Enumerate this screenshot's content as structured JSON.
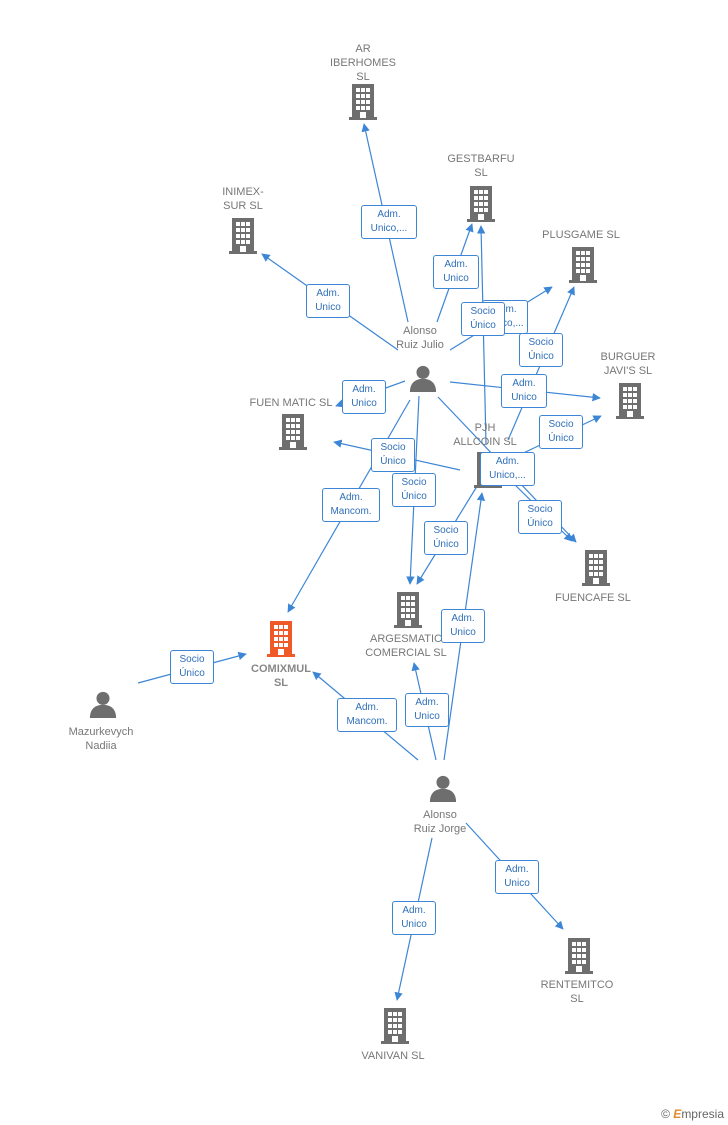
{
  "colors": {
    "edge": "#3d86d6",
    "building": "#6e6e6e",
    "focus_building": "#f05a28",
    "person": "#6e6e6e"
  },
  "nodes": [
    {
      "id": "ar",
      "type": "company",
      "name": "AR\nIBERHOMES\nSL"
    },
    {
      "id": "gest",
      "type": "company",
      "name": "GESTBARFU\nSL"
    },
    {
      "id": "inim",
      "type": "company",
      "name": "INIMEX-\nSUR SL"
    },
    {
      "id": "plus",
      "type": "company",
      "name": "PLUSGAME  SL"
    },
    {
      "id": "burg",
      "type": "company",
      "name": "BURGUER\nJAVI'S SL"
    },
    {
      "id": "fuen",
      "type": "company",
      "name": "FUEN MATIC SL"
    },
    {
      "id": "pjh",
      "type": "company",
      "name": "PJH\nALLCOIN  SL"
    },
    {
      "id": "fcaf",
      "type": "company",
      "name": "FUENCAFE  SL"
    },
    {
      "id": "arge",
      "type": "company",
      "name": "ARGESMATIC\nCOMERCIAL SL"
    },
    {
      "id": "comx",
      "type": "company",
      "name": "COMIXMUL\nSL",
      "focus": true
    },
    {
      "id": "rent",
      "type": "company",
      "name": "RENTEMITCO\nSL"
    },
    {
      "id": "vani",
      "type": "company",
      "name": "VANIVAN  SL"
    },
    {
      "id": "julio",
      "type": "person",
      "name": "Alonso\nRuiz Julio"
    },
    {
      "id": "jorge",
      "type": "person",
      "name": "Alonso\nRuiz Jorge"
    },
    {
      "id": "mazu",
      "type": "person",
      "name": "Mazurkevych\nNadiia"
    }
  ],
  "edges": [
    {
      "from": "julio",
      "to": "ar",
      "label": "Adm.\nUnico,..."
    },
    {
      "from": "julio",
      "to": "gest",
      "label": "Adm.\nUnico"
    },
    {
      "from": "julio",
      "to": "inim",
      "label": "Adm.\nUnico"
    },
    {
      "from": "julio",
      "to": "plus",
      "label": "Adm.\nUnico,..."
    },
    {
      "from": "julio",
      "to": "burg",
      "label": "Adm.\nUnico"
    },
    {
      "from": "julio",
      "to": "fuen",
      "label": "Adm.\nUnico"
    },
    {
      "from": "julio",
      "to": "fcaf",
      "label": "Adm.\nUnico,..."
    },
    {
      "from": "julio",
      "to": "arge",
      "label": "Socio\nÚnico"
    },
    {
      "from": "julio",
      "to": "comx",
      "label": "Adm.\nMancom."
    },
    {
      "from": "pjh",
      "to": "gest",
      "label": "Socio\nÚnico"
    },
    {
      "from": "pjh",
      "to": "plus",
      "label": "Socio\nÚnico"
    },
    {
      "from": "pjh",
      "to": "burg",
      "label": "Socio\nÚnico"
    },
    {
      "from": "pjh",
      "to": "fuen",
      "label": "Socio\nÚnico"
    },
    {
      "from": "pjh",
      "to": "fcaf",
      "label": "Socio\nÚnico"
    },
    {
      "from": "pjh",
      "to": "arge",
      "label": "Socio\nÚnico"
    },
    {
      "from": "jorge",
      "to": "pjh",
      "label": "Adm.\nUnico"
    },
    {
      "from": "jorge",
      "to": "arge",
      "label": "Adm.\nUnico"
    },
    {
      "from": "jorge",
      "to": "comx",
      "label": "Adm.\nMancom."
    },
    {
      "from": "jorge",
      "to": "rent",
      "label": "Adm.\nUnico"
    },
    {
      "from": "jorge",
      "to": "vani",
      "label": "Adm.\nUnico"
    },
    {
      "from": "mazu",
      "to": "comx",
      "label": "Socio\nÚnico"
    }
  ],
  "footer": {
    "copyright": "©",
    "brand_initial": "E",
    "brand_rest": "mpresia"
  }
}
